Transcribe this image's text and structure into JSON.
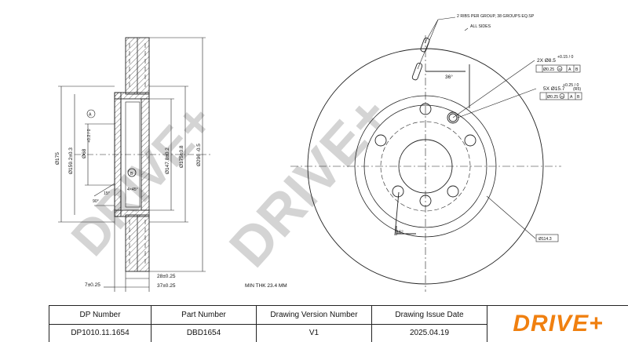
{
  "drawing": {
    "watermark": "DRIVE+",
    "left_view": {
      "dimensions": {
        "d175": "Ø175",
        "d159": "Ø159.2±0.3",
        "d68": "Ø68",
        "d68_tol": "+0.2 / 0",
        "d147": "Ø147.8±0.2",
        "d175b": "Ø175±0.8",
        "d296": "Ø296 -0.5",
        "deg90": "90°",
        "deg15": "15°",
        "chamfer": "4×45°",
        "w28": "28±0.25",
        "w37": "37±0.25",
        "w7": "7±0.25"
      },
      "datum_a": "A",
      "datum_b": "B"
    },
    "min_thickness": "MIN THK 23.4 MM",
    "right_view": {
      "ribs_note": "2 RIBS PER GROUP, 38 GROUPS EQ.SP",
      "all_sides": "ALL SIDES",
      "hole_spec_1": "2X Ø8.5",
      "hole_spec_1_tol": "+0.15 / 0",
      "tol_1_value": "Ø0.25",
      "tol_1_m": "M",
      "tol_1_ref_a": "A",
      "tol_1_ref_b": "B",
      "hole_spec_2": "5X Ø15.7",
      "hole_spec_2_tol": "+0.25 / 0",
      "hole_spec_2_extra": "(R5)",
      "tol_2_value": "Ø0.25",
      "tol_2_m": "M",
      "tol_2_ref_a": "A",
      "tol_2_ref_b": "B",
      "angle_top": "36°",
      "angle_bottom": "36°",
      "pcd": "Ø114.3"
    }
  },
  "title_block": {
    "headers": [
      "DP Number",
      "Part Number",
      "Drawing Version Number",
      "Drawing Issue Date"
    ],
    "values": [
      "DP1010.11.1654",
      "DBD1654",
      "V1",
      "2025.04.19"
    ],
    "logo": "DRIVE+",
    "logo_color": "#f08010"
  }
}
